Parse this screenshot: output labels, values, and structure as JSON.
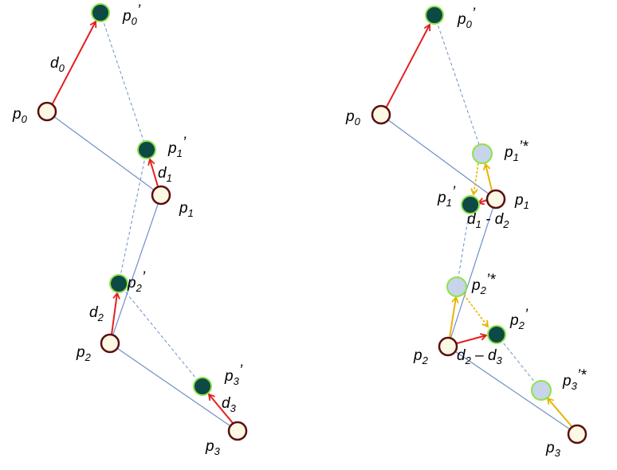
{
  "colors": {
    "solid_line": "#6f8fc8",
    "dashed_line": "#6f8fc8",
    "displacement": "#e41f1f",
    "intermediate": "#e8b400",
    "original_fill": "#fdf8e4",
    "original_stroke": "#5a0f0f",
    "target_fill": "#0d4a45",
    "target_stroke": "#8ee34a",
    "star_fill": "#c7d4ea",
    "star_stroke": "#8ee34a"
  },
  "left": {
    "p0": {
      "base": "p",
      "sub": "0"
    },
    "p1": {
      "base": "p",
      "sub": "1"
    },
    "p2": {
      "base": "p",
      "sub": "2"
    },
    "p3": {
      "base": "p",
      "sub": "3"
    },
    "p0t": {
      "base": "p",
      "sub": "0",
      "sup": "’"
    },
    "p1t": {
      "base": "p",
      "sub": "1",
      "sup": "’"
    },
    "p2t": {
      "base": "p",
      "sub": "2",
      "sup": "’"
    },
    "p3t": {
      "base": "p",
      "sub": "3",
      "sup": "’"
    },
    "d0": {
      "base": "d",
      "sub": "0"
    },
    "d1": {
      "base": "d",
      "sub": "1"
    },
    "d2": {
      "base": "d",
      "sub": "2"
    },
    "d3": {
      "base": "d",
      "sub": "3"
    }
  },
  "right": {
    "p0": {
      "base": "p",
      "sub": "0"
    },
    "p1": {
      "base": "p",
      "sub": "1"
    },
    "p2": {
      "base": "p",
      "sub": "2"
    },
    "p3": {
      "base": "p",
      "sub": "3"
    },
    "p0t": {
      "base": "p",
      "sub": "0",
      "sup": "’"
    },
    "p1t": {
      "base": "p",
      "sub": "1",
      "sup": "’"
    },
    "p2t": {
      "base": "p",
      "sub": "2",
      "sup": "’"
    },
    "p1s": {
      "base": "p",
      "sub": "1",
      "sup": "’*"
    },
    "p2s": {
      "base": "p",
      "sub": "2",
      "sup": "’*"
    },
    "p3s": {
      "base": "p",
      "sub": "3",
      "sup": "’*"
    },
    "d12": {
      "a": "d",
      "a_sub": "1",
      "op": " - ",
      "b": "d",
      "b_sub": "2"
    },
    "d23": {
      "a": "d",
      "a_sub": "2",
      "op": " – ",
      "b": "d",
      "b_sub": "3"
    }
  }
}
